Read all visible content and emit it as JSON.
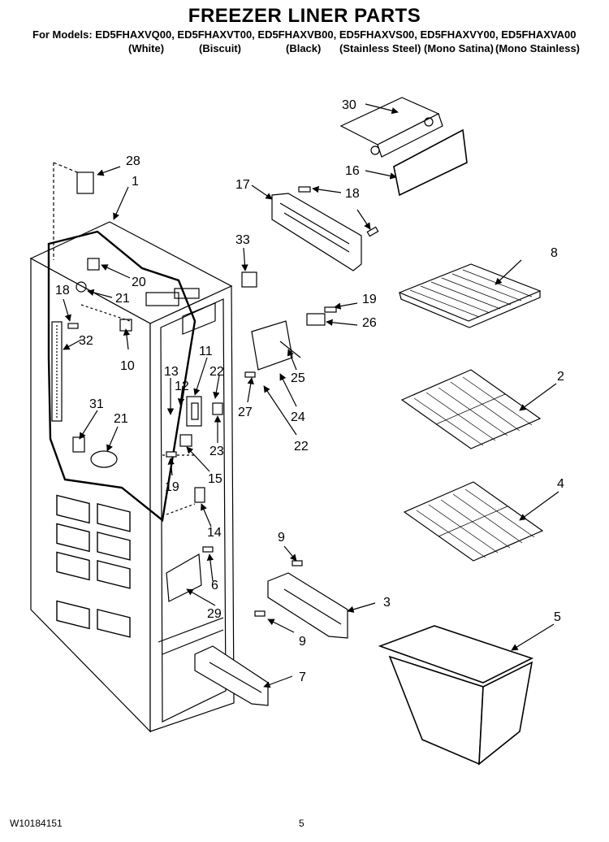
{
  "title": "FREEZER LINER PARTS",
  "models_line": "For Models: ED5FHAXVQ00, ED5FHAXVT00, ED5FHAXVB00, ED5FHAXVS00, ED5FHAXVY00, ED5FHAXVA00",
  "variants": [
    "(White)",
    "(Biscuit)",
    "(Black)",
    "(Stainless Steel)",
    "(Mono Satina)",
    "(Mono Stainless)"
  ],
  "part_numbers": {
    "p1": "1",
    "p2": "2",
    "p3": "3",
    "p4": "4",
    "p5": "5",
    "p6": "6",
    "p7": "7",
    "p8": "8",
    "p9a": "9",
    "p9b": "9",
    "p10": "10",
    "p11": "11",
    "p12": "12",
    "p13": "13",
    "p14": "14",
    "p15": "15",
    "p16": "16",
    "p17": "17",
    "p18a": "18",
    "p18b": "18",
    "p19a": "19",
    "p19b": "19",
    "p20": "20",
    "p21a": "21",
    "p21b": "21",
    "p22a": "22",
    "p22b": "22",
    "p23": "23",
    "p24": "24",
    "p25": "25",
    "p26": "26",
    "p27": "27",
    "p28": "28",
    "p29": "29",
    "p30": "30",
    "p31": "31",
    "p32": "32",
    "p33": "33"
  },
  "footer": {
    "doc_number": "W10184151",
    "page": "5"
  }
}
